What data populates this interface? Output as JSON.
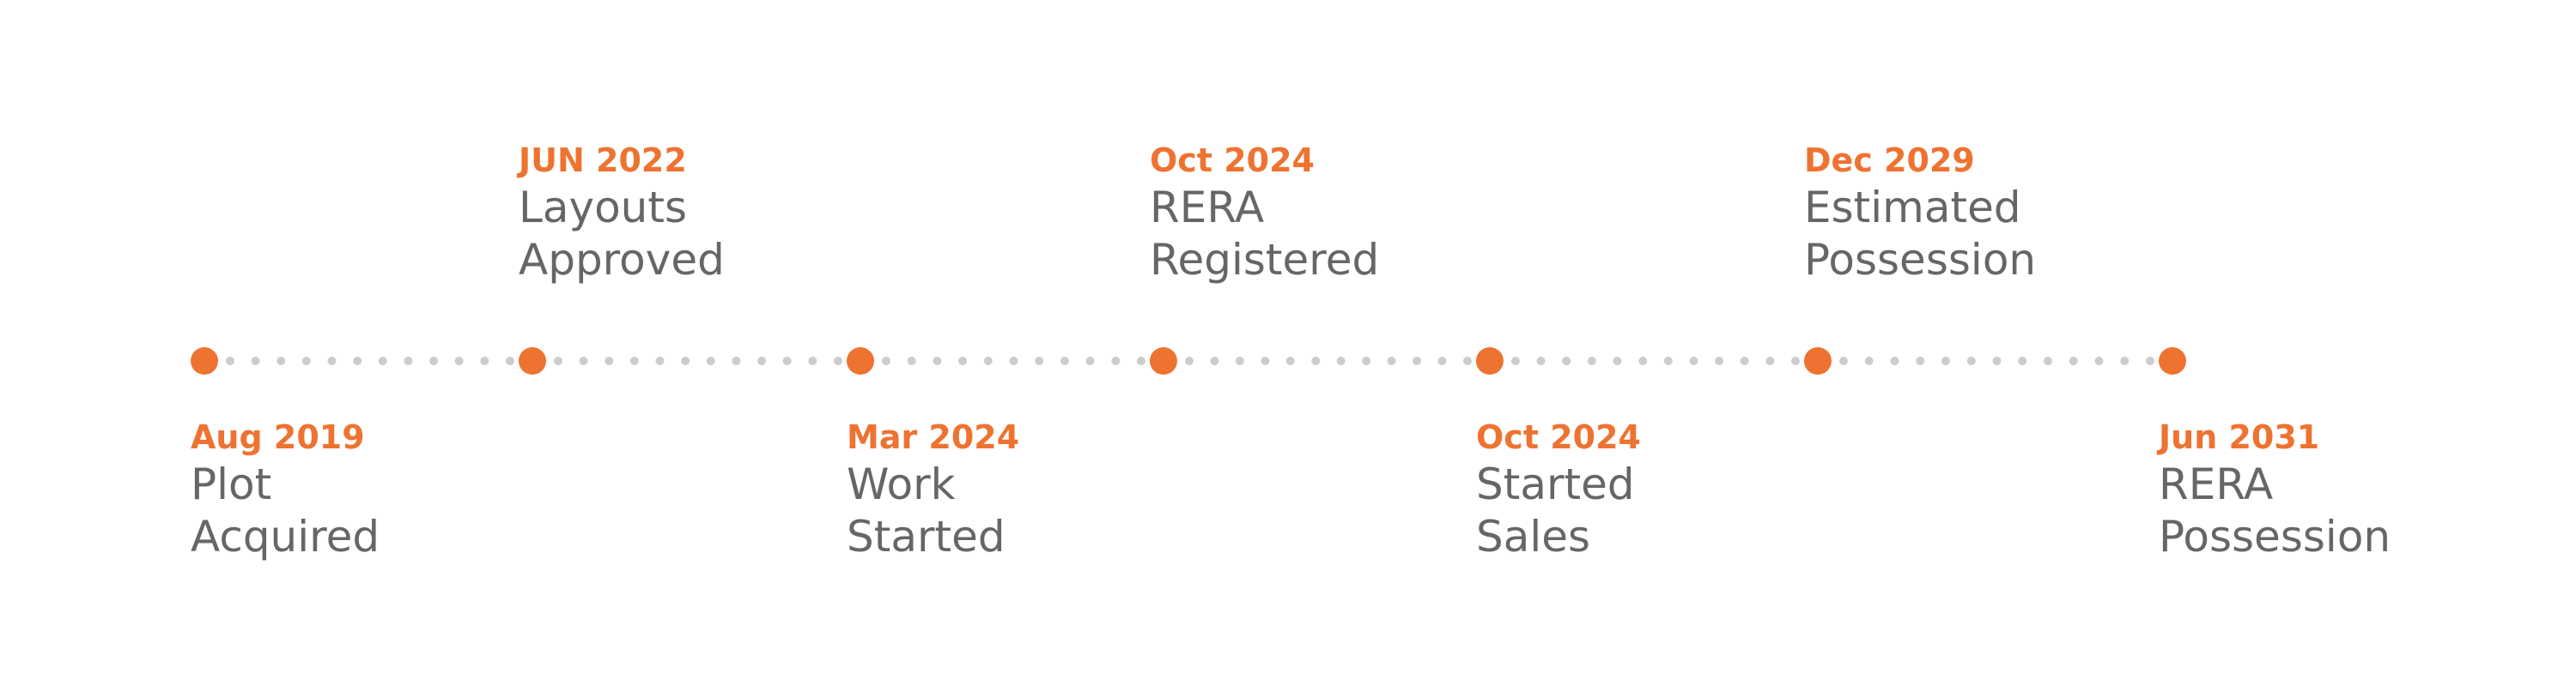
{
  "colors": {
    "accent": "#ee7331",
    "text": "#666666",
    "dots": "#cccccc"
  },
  "milestones": [
    {
      "date": "Aug 2019",
      "lines": [
        "Plot",
        "Acquired"
      ],
      "side": "below"
    },
    {
      "date": "JUN 2022",
      "lines": [
        "Layouts",
        "Approved"
      ],
      "side": "above"
    },
    {
      "date": "Mar 2024",
      "lines": [
        "Work",
        "Started"
      ],
      "side": "below"
    },
    {
      "date": "Oct 2024",
      "lines": [
        "RERA",
        "Registered"
      ],
      "side": "above"
    },
    {
      "date": "Oct 2024",
      "lines": [
        "Started",
        "Sales"
      ],
      "side": "below"
    },
    {
      "date": "Dec 2029",
      "lines": [
        "Estimated",
        "Possession"
      ],
      "side": "above"
    },
    {
      "date": "Jun  2031",
      "lines": [
        "RERA",
        "Possession"
      ],
      "side": "below"
    }
  ]
}
